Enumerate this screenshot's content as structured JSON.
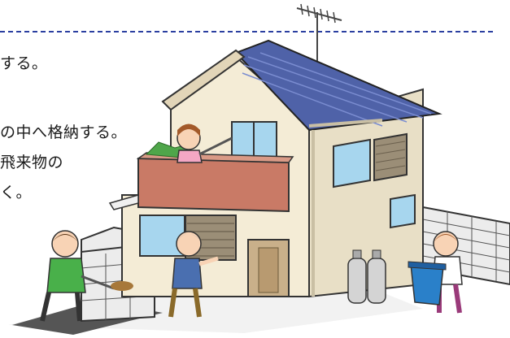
{
  "text": {
    "line1": "する。",
    "line2": "の中へ格納する。",
    "line3": "飛来物の",
    "line4": "く。"
  },
  "icons": [
    "tv-antenna-icon",
    "house-illustration",
    "person-closing-window",
    "person-closing-shutter",
    "person-sweeping",
    "person-moving-bin",
    "gas-cylinders-icon",
    "block-wall"
  ],
  "colors": {
    "dash_line": "#2b3fa0",
    "roof": "#4f62a8",
    "wall": "#f4ecd6",
    "balcony": "#c97a66",
    "window_glass": "#a7d6ee",
    "shutter": "#9b8e77",
    "block_wall": "#ececec",
    "bin": "#2a80c9"
  }
}
